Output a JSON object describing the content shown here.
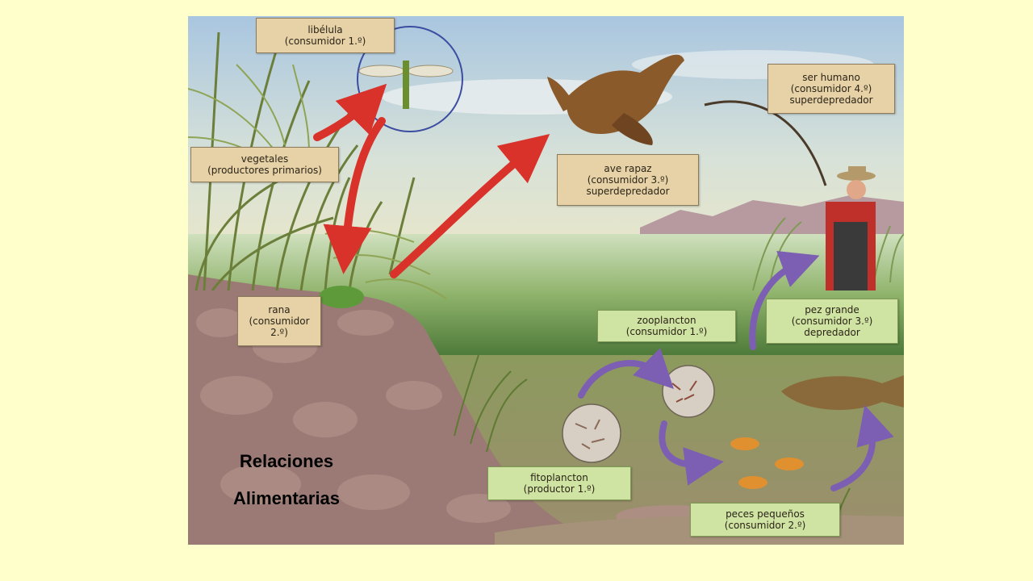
{
  "diagram": {
    "caption_line1": "Relaciones",
    "caption_line2": "Alimentarias",
    "labels": {
      "libelula": [
        "libélula",
        "(consumidor 1.º)"
      ],
      "vegetales": [
        "vegetales",
        "(productores primarios)"
      ],
      "rana": [
        "rana",
        "(consumidor",
        "2.º)"
      ],
      "ave": [
        "ave rapaz",
        "(consumidor 3.º)",
        "superdepredador"
      ],
      "humano": [
        "ser humano",
        "(consumidor 4.º)",
        "superdepredador"
      ],
      "zoo": [
        "zooplancton",
        "(consumidor 1.º)"
      ],
      "pez_grande": [
        "pez grande",
        "(consumidor 3.º)",
        "depredador"
      ],
      "fito": [
        "fitoplancton",
        "(productor 1.º)"
      ],
      "peces_peq": [
        "peces pequeños",
        "(consumidor 2.º)"
      ]
    },
    "organisms": [
      "vegetales",
      "libélula",
      "rana",
      "ave rapaz",
      "ser humano",
      "zooplancton",
      "fitoplancton",
      "peces pequeños",
      "pez grande"
    ],
    "colors": {
      "page_bg": "#FFFFCC",
      "land_arrow": "#D8322A",
      "water_arrow": "#7C5FB3",
      "label_tan": "#E6D2A6",
      "label_green": "#CFE3A2"
    }
  }
}
